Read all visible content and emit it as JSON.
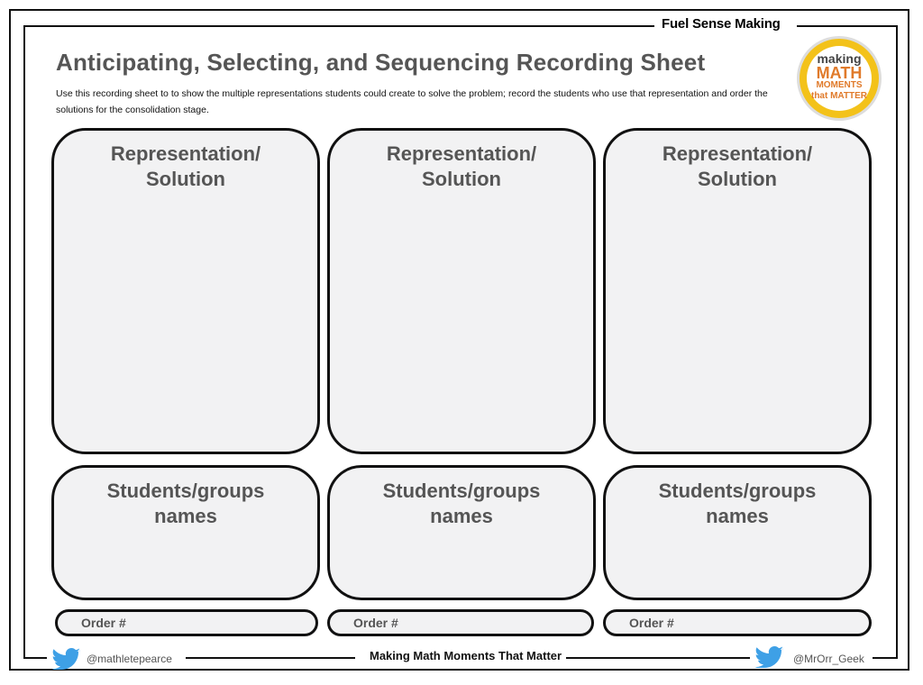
{
  "header": {
    "banner": "Fuel Sense Making",
    "title": "Anticipating, Selecting, and Sequencing Recording Sheet",
    "instructions": "Use this recording sheet to to show the multiple representations students could create to solve the problem; record the students who use that representation and order the solutions for the consolidation stage."
  },
  "logo": {
    "line1": "making",
    "line2": "MATH",
    "line3": "MOMENTS",
    "line4": "that MATTER",
    "colors": {
      "ring": "#f3c21a",
      "accent": "#e07a2a"
    }
  },
  "columns": [
    {
      "representation_label": "Representation/\nSolution",
      "students_label": "Students/groups\nnames",
      "order_label": "Order #"
    },
    {
      "representation_label": "Representation/\nSolution",
      "students_label": "Students/groups\nnames",
      "order_label": "Order #"
    },
    {
      "representation_label": "Representation/\nSolution",
      "students_label": "Students/groups\nnames",
      "order_label": "Order #"
    }
  ],
  "footer": {
    "left_handle": "@mathletepearce",
    "center_text": "Making Math Moments That Matter",
    "right_handle": "@MrOrr_Geek",
    "icon": "twitter-bird-icon",
    "icon_color": "#3ea0e6"
  }
}
